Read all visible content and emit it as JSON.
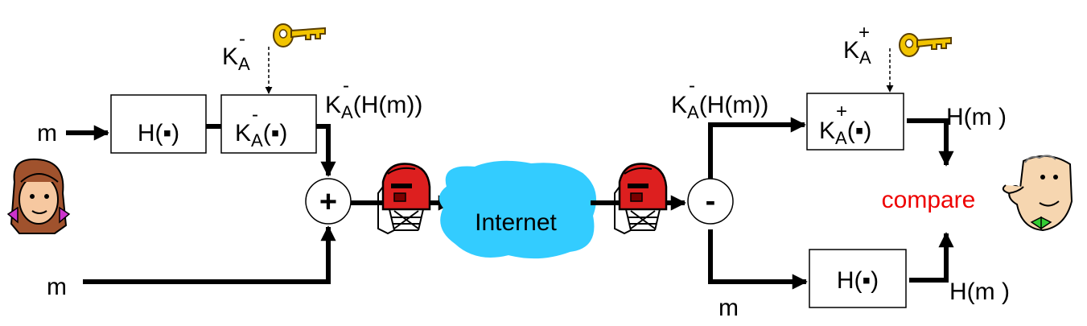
{
  "sender": {
    "input_message": "m",
    "second_message": "m",
    "hash_box": "H(▪)",
    "key_label": {
      "base": "K",
      "sub": "A",
      "sup": "-"
    },
    "encrypt_box": {
      "base": "K",
      "sub": "A",
      "sup": "-",
      "arg": "(▪)"
    },
    "signed_hash": {
      "base": "K",
      "sub": "A",
      "sup": "-",
      "arg": "(H(m))"
    },
    "combiner": "+"
  },
  "network": {
    "cloud_label": "Internet",
    "cloud_color": "#33ccff",
    "mailbox_color": "#dd1f1f"
  },
  "receiver": {
    "signed_hash": {
      "base": "K",
      "sub": "A",
      "sup": "-",
      "arg": "(H(m))"
    },
    "splitter": "-",
    "key_label": {
      "base": "K",
      "sub": "A",
      "sup": "+"
    },
    "decrypt_box": {
      "base": "K",
      "sub": "A",
      "sup": "+",
      "arg": "(▪)"
    },
    "hash_box": "H(▪)",
    "hash_out_top": "H(m )",
    "hash_out_bottom": "H(m )",
    "message_out": "m",
    "compare_label": "compare",
    "compare_color": "#ee0000"
  },
  "icons": {
    "alice": "alice-cartoon-icon",
    "bob": "bob-cartoon-icon",
    "key": "key-icon",
    "mailbox": "mailbox-icon"
  },
  "key_color": "#f2c400"
}
